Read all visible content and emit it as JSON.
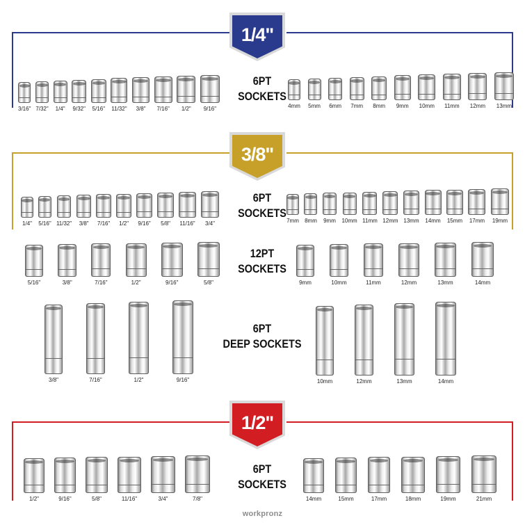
{
  "colors": {
    "navy": "#2a3a8c",
    "gold": "#c7a02a",
    "red": "#d21d22"
  },
  "sections": [
    {
      "badge": "1/4\"",
      "groups": [
        {
          "title_line1": "6PT",
          "title_line2": "SOCKETS",
          "left": [
            "3/16\"",
            "7/32\"",
            "1/4\"",
            "9/32\"",
            "5/16\"",
            "11/32\"",
            "3/8\"",
            "7/16\"",
            "1/2\"",
            "9/16\""
          ],
          "right": [
            "4mm",
            "5mm",
            "6mm",
            "7mm",
            "8mm",
            "9mm",
            "10mm",
            "11mm",
            "12mm",
            "13mm"
          ]
        }
      ]
    },
    {
      "badge": "3/8\"",
      "groups": [
        {
          "title_line1": "6PT",
          "title_line2": "SOCKETS",
          "left": [
            "1/4\"",
            "5/16\"",
            "11/32\"",
            "3/8\"",
            "7/16\"",
            "1/2\"",
            "9/16\"",
            "5/8\"",
            "11/16\"",
            "3/4\""
          ],
          "right": [
            "7mm",
            "8mm",
            "9mm",
            "10mm",
            "11mm",
            "12mm",
            "13mm",
            "14mm",
            "15mm",
            "17mm",
            "19mm"
          ]
        },
        {
          "title_line1": "12PT",
          "title_line2": "SOCKETS",
          "left": [
            "5/16\"",
            "3/8\"",
            "7/16\"",
            "1/2\"",
            "9/16\"",
            "5/8\""
          ],
          "right": [
            "9mm",
            "10mm",
            "11mm",
            "12mm",
            "13mm",
            "14mm"
          ]
        },
        {
          "title_line1": "6PT",
          "title_line2": "DEEP SOCKETS",
          "left": [
            "3/8\"",
            "7/16\"",
            "1/2\"",
            "9/16\""
          ],
          "right": [
            "10mm",
            "12mm",
            "13mm",
            "14mm"
          ]
        }
      ]
    },
    {
      "badge": "1/2\"",
      "groups": [
        {
          "title_line1": "6PT",
          "title_line2": "SOCKETS",
          "left": [
            "1/2\"",
            "9/16\"",
            "5/8\"",
            "11/16\"",
            "3/4\"",
            "7/8\""
          ],
          "right": [
            "14mm",
            "15mm",
            "17mm",
            "18mm",
            "19mm",
            "21mm"
          ]
        }
      ]
    }
  ],
  "logo": "workpronz"
}
